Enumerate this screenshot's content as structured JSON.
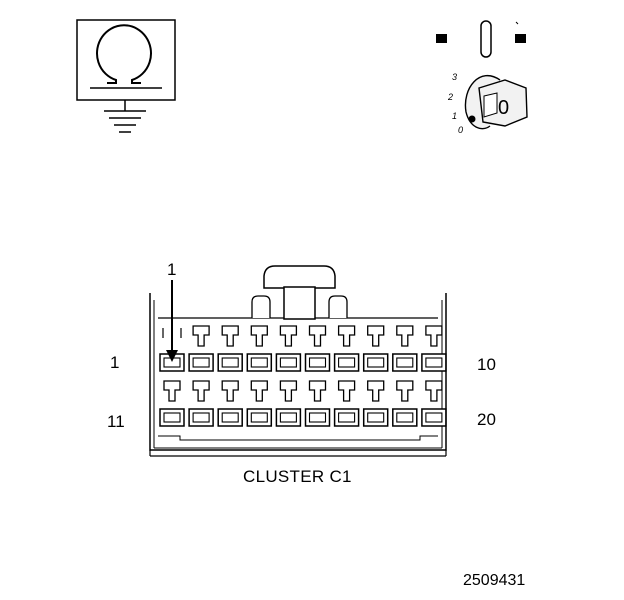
{
  "ohmmeter_icon": {
    "icon": "ohm-ground-icon",
    "symbol": "Ω"
  },
  "ignition_icon": {
    "icon": "ignition-key-icon",
    "positions": [
      "3",
      "2",
      "1",
      "0"
    ],
    "key_label": "0"
  },
  "connector": {
    "name": "CLUSTER C1",
    "pointer_label": "1",
    "row1": {
      "first": "1",
      "last": "10"
    },
    "row2": {
      "first": "11",
      "last": "20"
    },
    "cavities_per_row": 10
  },
  "figure_id": "2509431"
}
